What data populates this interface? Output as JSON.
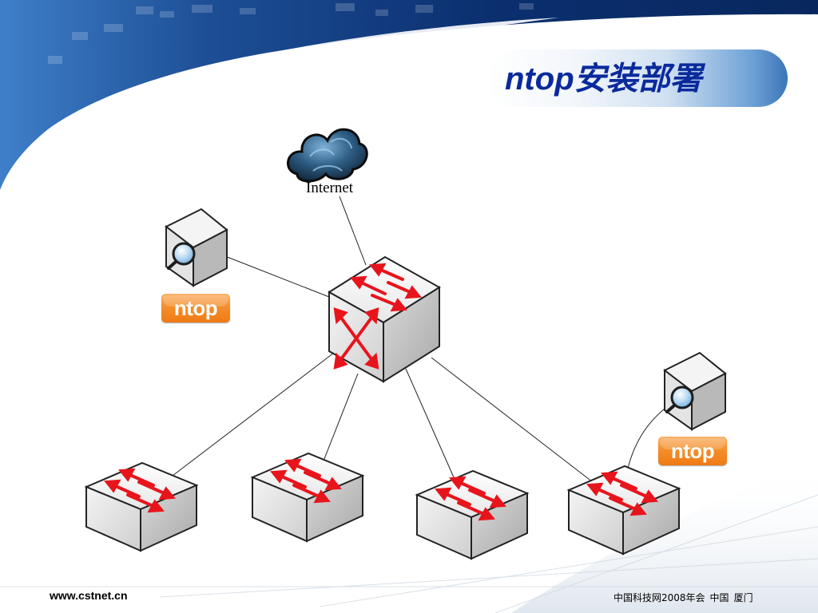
{
  "slide": {
    "title": "ntop安装部署",
    "footer_left": "www.cstnet.cn",
    "footer_right": "中国科技网2008年会",
    "footer_right_2": "中国",
    "footer_right_3": "厦门"
  },
  "diagram": {
    "internet_label": "Internet",
    "badge_1": "ntop",
    "badge_2": "ntop"
  },
  "colors": {
    "title": "#0a2a9c",
    "arrow": "#e8141c",
    "badge": "#f48f2c",
    "header_blue": "#0b2f6f"
  }
}
